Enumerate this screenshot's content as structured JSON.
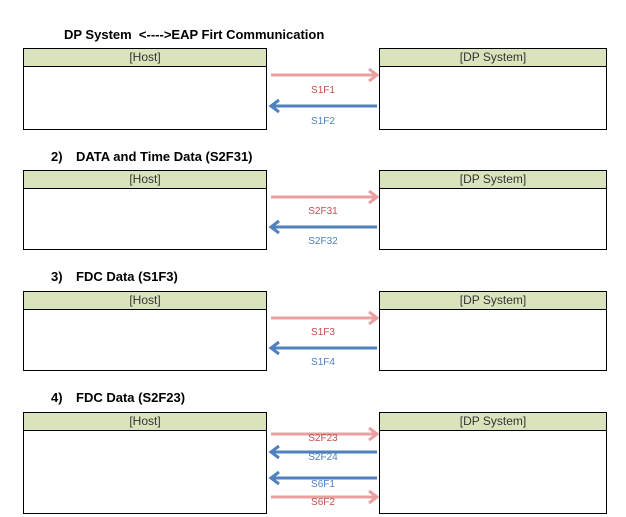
{
  "sections": [
    {
      "number": "",
      "title": "DP System  <---->EAP Firt Communication",
      "left_label": "[Host]",
      "right_label": "[DP System]",
      "messages": [
        {
          "text": "S1F1",
          "direction": "right",
          "color": "#e8a0a0",
          "text_color": "#c0504d"
        },
        {
          "text": "S1F2",
          "direction": "left",
          "color": "#4f81bd",
          "text_color": "#4f81bd"
        }
      ]
    },
    {
      "number": "2)",
      "title": "DATA and Time Data (S2F31)",
      "left_label": "[Host]",
      "right_label": "[DP System]",
      "messages": [
        {
          "text": "S2F31",
          "direction": "right",
          "color": "#e8a0a0",
          "text_color": "#c0504d"
        },
        {
          "text": "S2F32",
          "direction": "left",
          "color": "#4f81bd",
          "text_color": "#4f81bd"
        }
      ]
    },
    {
      "number": "3)",
      "title": "FDC Data (S1F3)",
      "left_label": "[Host]",
      "right_label": "[DP System]",
      "messages": [
        {
          "text": "S1F3",
          "direction": "right",
          "color": "#e8a0a0",
          "text_color": "#c0504d"
        },
        {
          "text": "S1F4",
          "direction": "left",
          "color": "#4f81bd",
          "text_color": "#4f81bd"
        }
      ]
    },
    {
      "number": "4)",
      "title": "FDC Data (S2F23)",
      "left_label": "[Host]",
      "right_label": "[DP System]",
      "messages": [
        {
          "text": "S2F23",
          "direction": "right",
          "color": "#e8a0a0",
          "text_color": "#c0504d"
        },
        {
          "text": "S2F24",
          "direction": "left",
          "color": "#4f81bd",
          "text_color": "#4f81bd"
        },
        {
          "text": "S6F1",
          "direction": "left",
          "color": "#4f81bd",
          "text_color": "#4f81bd"
        },
        {
          "text": "S6F2",
          "direction": "right",
          "color": "#e8a0a0",
          "text_color": "#c0504d"
        }
      ]
    }
  ]
}
